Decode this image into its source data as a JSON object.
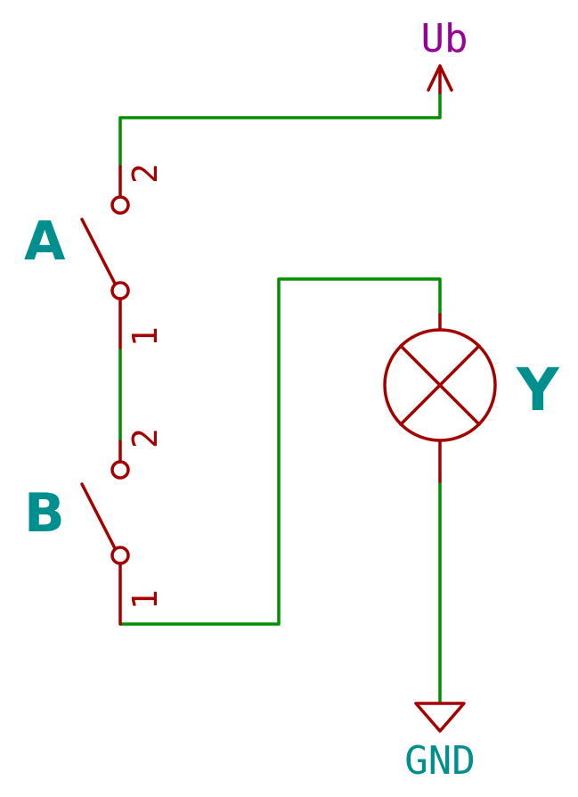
{
  "diagram": {
    "type": "circuit-schematic",
    "description": "Series circuit: supply Ub feeds switch A (pins 2-1) into switch B (pins 2-1), switch B output wires to lamp Y, lamp Y returns to GND"
  },
  "colors": {
    "wire": "#008f00",
    "component": "#a50000",
    "label": "#008f8f",
    "power_label": "#990099",
    "background": "#ffffff"
  },
  "power": {
    "label": "Ub"
  },
  "ground": {
    "label": "GND"
  },
  "switches": [
    {
      "name": "A",
      "pin_top": "2",
      "pin_bottom": "1"
    },
    {
      "name": "B",
      "pin_top": "2",
      "pin_bottom": "1"
    }
  ],
  "lamp": {
    "label": "Y"
  }
}
